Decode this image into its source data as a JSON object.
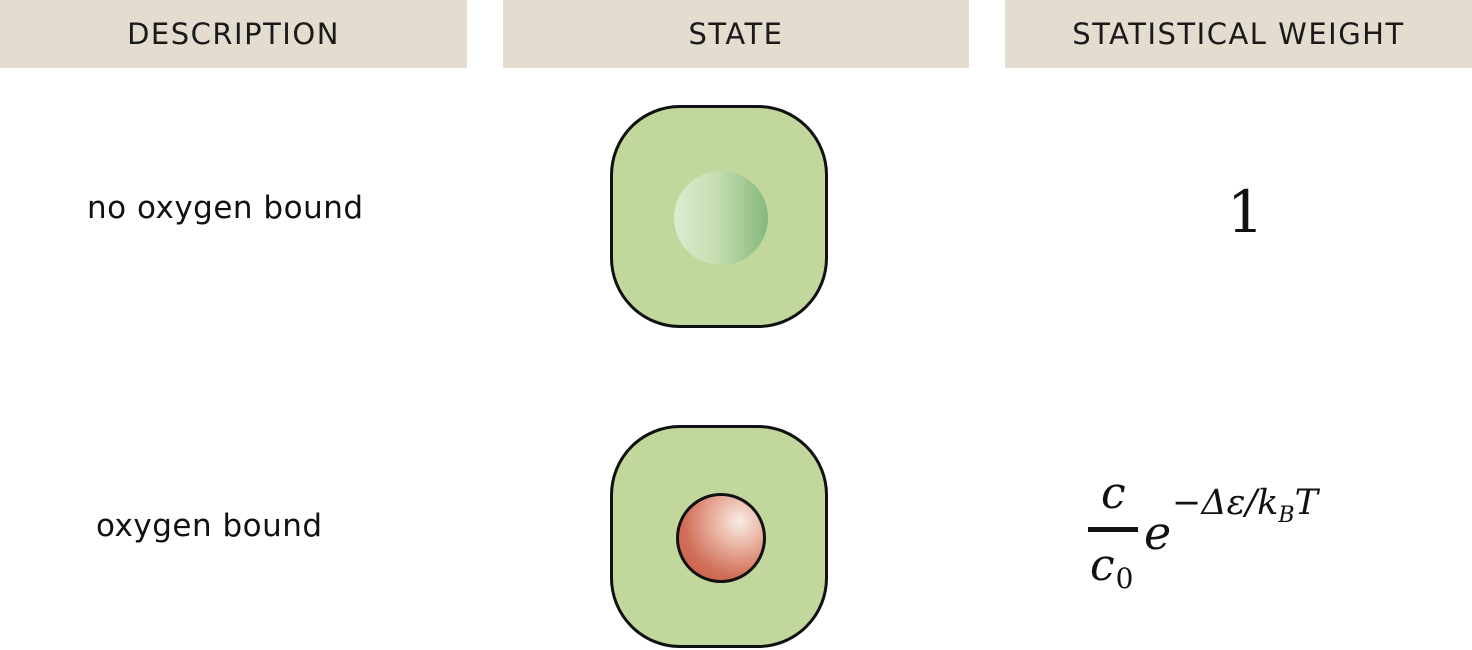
{
  "headers": {
    "description": "DESCRIPTION",
    "state": "STATE",
    "weight": "STATISTICAL WEIGHT"
  },
  "rows": [
    {
      "description": "no oxygen bound",
      "state": "empty-binding-site",
      "weight": "1"
    },
    {
      "description": "oxygen bound",
      "state": "oxygen-occupied-binding-site",
      "weight": {
        "numerator": "c",
        "denominator": "c",
        "denominator_subscript": "0",
        "base": "e",
        "exponent": "−Δε/k",
        "exponent_subscript": "B",
        "exponent_tail": "T"
      }
    }
  ],
  "colors": {
    "header_bg": "#e3dccf",
    "protein": "#c2d79c",
    "empty_site": "#84b97c",
    "oxygen": "#c85a44"
  }
}
